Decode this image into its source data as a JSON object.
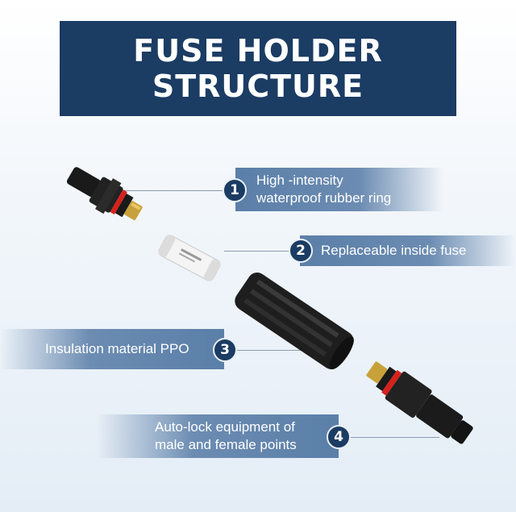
{
  "title": {
    "line1": "FUSE HOLDER",
    "line2": "STRUCTURE"
  },
  "callouts": [
    {
      "number": "1",
      "line1": "High -intensity",
      "line2": "waterproof rubber ring"
    },
    {
      "number": "2",
      "line1": "Replaceable inside fuse"
    },
    {
      "number": "3",
      "line1": "Insulation material PPO"
    },
    {
      "number": "4",
      "line1": "Auto-lock equipment of",
      "line2": "male and female points"
    }
  ],
  "colors": {
    "title_bg": "#1b3c63",
    "badge_bg": "#1b3c63",
    "label_bg": "#5a7fa8",
    "rubber_ring": "#d9211c",
    "brass": "#c9a13a"
  }
}
